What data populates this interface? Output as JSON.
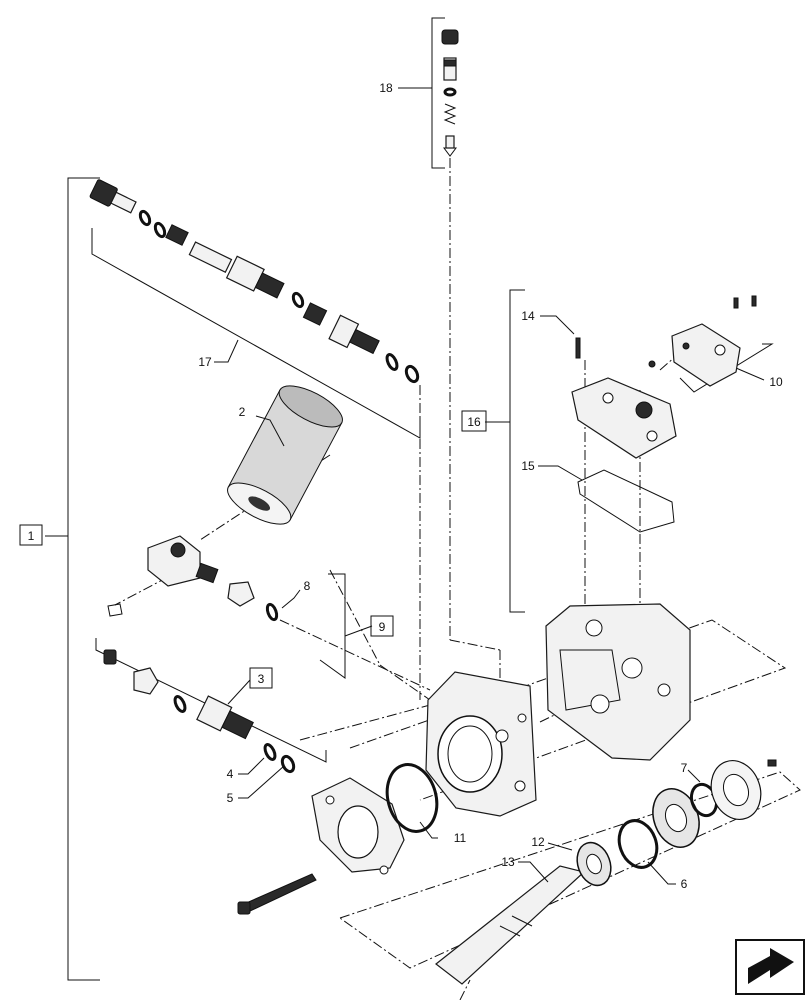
{
  "callouts": {
    "c1": "1",
    "c2": "2",
    "c3": "3",
    "c4": "4",
    "c5": "5",
    "c6": "6",
    "c7": "7",
    "c8": "8",
    "c9": "9",
    "c10": "10",
    "c11": "11",
    "c12": "12",
    "c13": "13",
    "c14": "14",
    "c15": "15",
    "c16": "16",
    "c17": "17",
    "c18": "18"
  },
  "icons": {
    "nav": "next-page-arrow-icon"
  },
  "colors": {
    "line": "#111111",
    "part_fill": "#f2f2f2"
  }
}
